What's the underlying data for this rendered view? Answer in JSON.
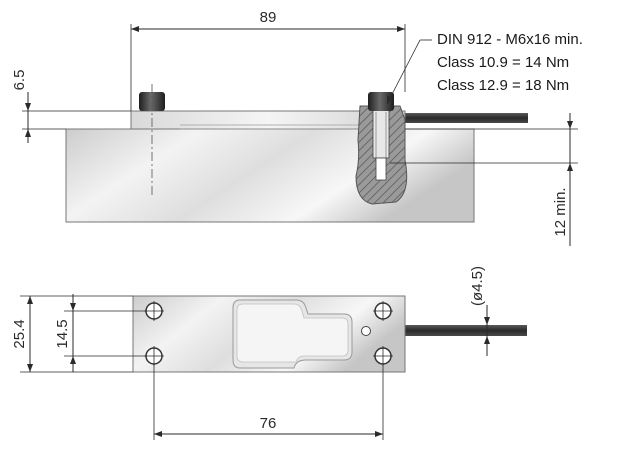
{
  "drawing": {
    "dim_width": "89",
    "dim_mount_height": "6.5",
    "dim_thread_depth": "12 min.",
    "dim_body_width": "25.4",
    "dim_hole_spacing": "14.5",
    "dim_hole_distance": "76",
    "dim_cable_diameter": "(ø4.5)",
    "note_screw": "DIN 912 - M6x16 min.",
    "note_class109": "Class 10.9 = 14 Nm",
    "note_class129": "Class 12.9 = 18 Nm"
  },
  "colors": {
    "metal_light": "#f4f4f4",
    "metal_mid": "#cfcfcf",
    "metal_dark": "#a9a9a9",
    "screw": "#2e2e2e",
    "cable": "#3a3a3a",
    "section": "#8e8e8e",
    "line": "#2a2a2a"
  }
}
